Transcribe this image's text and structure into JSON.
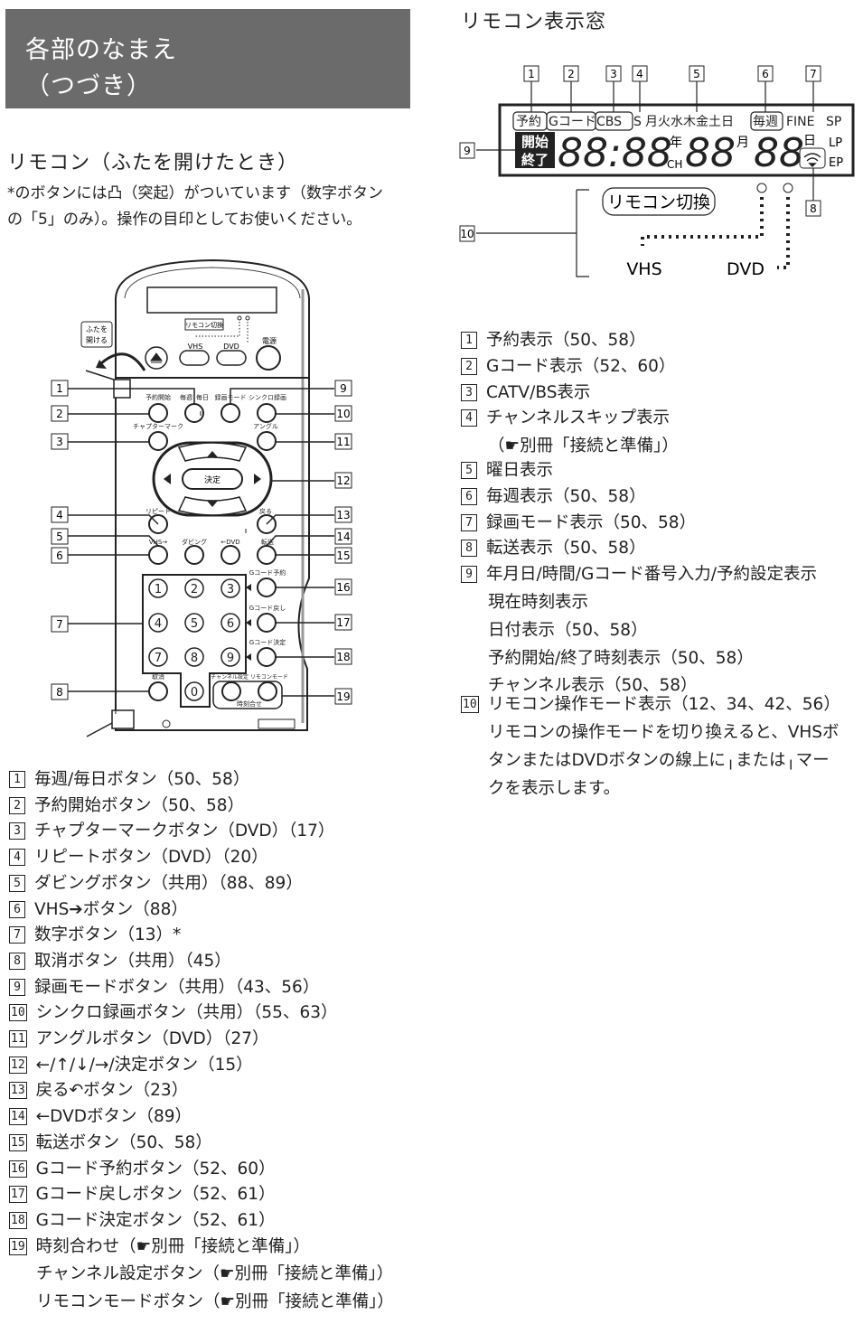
{
  "header": {
    "line1": "各部のなまえ",
    "line2": "（つづき）"
  },
  "remote_section": {
    "title": "リモコン（ふたを開けたとき）",
    "note_line1": "*のボタンには凸（突起）がついています（数字ボタン",
    "note_line2": "の「5」のみ）。操作の目印としてお使いください。"
  },
  "display_section": {
    "title": "リモコン表示窓"
  },
  "remote_diagram": {
    "lid_label_1": "ふたを",
    "lid_label_2": "開ける",
    "switch_label": "リモコン切換",
    "vhs": "VHS",
    "dvd": "DVD",
    "power": "電源",
    "labels": {
      "yoyaku": "予約開始",
      "maishu": "毎週",
      "mainichi": "毎日",
      "rokuga": "録画モード",
      "synchro": "シンクロ録画",
      "chapter": "チャプターマーク",
      "angle": "アングル",
      "kettei": "決定",
      "repeat": "リピート",
      "modoru": "戻る",
      "vhs_to": "VHS→",
      "dubbing": "ダビング",
      "to_dvd": "←DVD",
      "tenso": "転送",
      "gcode_yoyaku": "Gコード予約",
      "gcode_modoshi": "Gコード戻し",
      "gcode_kettei": "Gコード決定",
      "torikeshi": "取消",
      "channel_remote": "チャンネル設定 リモコンモード",
      "jikoku": "時刻合せ"
    },
    "digits": [
      "1",
      "2",
      "3",
      "4",
      "5",
      "6",
      "7",
      "8",
      "9",
      "0"
    ],
    "callouts": [
      "1",
      "2",
      "3",
      "4",
      "5",
      "6",
      "7",
      "8",
      "9",
      "10",
      "11",
      "12",
      "13",
      "14",
      "15",
      "16",
      "17",
      "18",
      "19"
    ]
  },
  "display_diagram": {
    "top_labels": [
      "予約",
      "Gコード",
      "CBS",
      "S",
      "月火水木金土日",
      "毎週",
      "FINE",
      "SP"
    ],
    "kaishi": "開始",
    "shuryo": "終了",
    "seg_1": "88:88",
    "nen": "年",
    "ch": "CH",
    "seg_2": "88",
    "gatsu": "月",
    "seg_3": "88",
    "nichi": "日",
    "lp": "LP",
    "ep": "EP",
    "switch_label": "リモコン切換",
    "vhs": "VHS",
    "dvd": "DVD",
    "callouts": [
      "1",
      "2",
      "3",
      "4",
      "5",
      "6",
      "7",
      "8",
      "9",
      "10"
    ]
  },
  "left_list": [
    {
      "n": "1",
      "text": "毎週/毎日ボタン（50、58）"
    },
    {
      "n": "2",
      "text": "予約開始ボタン（50、58）"
    },
    {
      "n": "3",
      "text": "チャプターマークボタン（DVD）（17）"
    },
    {
      "n": "4",
      "text": "リピートボタン（DVD）（20）"
    },
    {
      "n": "5",
      "text": "ダビングボタン（共用）（88、89）"
    },
    {
      "n": "6",
      "text": "VHS➔ボタン（88）"
    },
    {
      "n": "7",
      "text": "数字ボタン（13）*"
    },
    {
      "n": "8",
      "text": "取消ボタン（共用）（45）"
    },
    {
      "n": "9",
      "text": "録画モードボタン（共用）（43、56）"
    },
    {
      "n": "10",
      "text": "シンクロ録画ボタン（共用）（55、63）"
    },
    {
      "n": "11",
      "text": "アングルボタン（DVD）（27）"
    },
    {
      "n": "12",
      "text": "←/↑/↓/→/決定ボタン（15）"
    },
    {
      "n": "13",
      "text": "戻る↶ボタン（23）"
    },
    {
      "n": "14",
      "text": "←DVDボタン（89）"
    },
    {
      "n": "15",
      "text": "転送ボタン（50、58）"
    },
    {
      "n": "16",
      "text": "Gコード予約ボタン（52、60）"
    },
    {
      "n": "17",
      "text": "Gコード戻しボタン（52、61）"
    },
    {
      "n": "18",
      "text": "Gコード決定ボタン（52、61）"
    },
    {
      "n": "19",
      "text": "時刻合わせ（☛別冊「接続と準備」）",
      "sub": [
        "チャンネル設定ボタン（☛別冊「接続と準備」）",
        "リモコンモードボタン（☛別冊「接続と準備」）"
      ]
    }
  ],
  "right_list": [
    {
      "n": "1",
      "text": "予約表示（50、58）"
    },
    {
      "n": "2",
      "text": "Gコード表示（52、60）"
    },
    {
      "n": "3",
      "text": "CATV/BS表示"
    },
    {
      "n": "4",
      "text": "チャンネルスキップ表示",
      "sub": [
        "（☛別冊「接続と準備」）"
      ]
    },
    {
      "n": "5",
      "text": "曜日表示"
    },
    {
      "n": "6",
      "text": "毎週表示（50、58）"
    },
    {
      "n": "7",
      "text": "録画モード表示（50、58）"
    },
    {
      "n": "8",
      "text": "転送表示（50、58）"
    },
    {
      "n": "9",
      "text": "年月日/時間/Gコード番号入力/予約設定表示",
      "sub": [
        "現在時刻表示",
        "日付表示（50、58）",
        "予約開始/終了時刻表示（50、58）",
        "チャンネル表示（50、58）"
      ]
    },
    {
      "n": "10",
      "text": "リモコン操作モード表示（12、34、42、56）",
      "sub": [
        "リモコンの操作モードを切り換えると、VHSボ",
        "タンまたはDVDボタンの線上に╷または╷マー",
        "クを表示します。"
      ]
    }
  ]
}
